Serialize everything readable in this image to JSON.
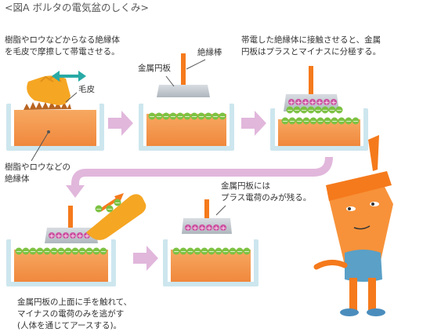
{
  "title": "<図A ボルタの電気盆のしくみ>",
  "captions": {
    "step1": "樹脂やロウなどからなる絶縁体\nを毛皮で摩擦して帯電させる。",
    "step3": "帯電した絶縁体に接触させると、金属\n円板はプラスとマイナスに分極する。",
    "step4": "金属円板の上面に手を触れて、\nマイナスの電荷のみを逃がす\n(人体を通じてアースする)。",
    "step5": "金属円板には\nプラス電荷のみが残る。"
  },
  "labels": {
    "fur": "毛皮",
    "insulator": "樹脂やロウなどの\n絶縁体",
    "metal_disc": "金属円板",
    "insulating_rod": "絶縁棒"
  },
  "symbols": {
    "plus": "+",
    "minus": "−"
  },
  "colors": {
    "insulator": "#f59a4e",
    "tray": "#cde6ee",
    "minus_chip": "#7cc242",
    "plus_chip": "#cc4fa0",
    "rod": "#f57a1c",
    "arrow": "#e1b7dc",
    "swipe_arrow": "#28aaa6"
  },
  "icons": [
    "swipe-arrow-icon",
    "step-arrow-icon",
    "hand-icon",
    "mascot"
  ]
}
